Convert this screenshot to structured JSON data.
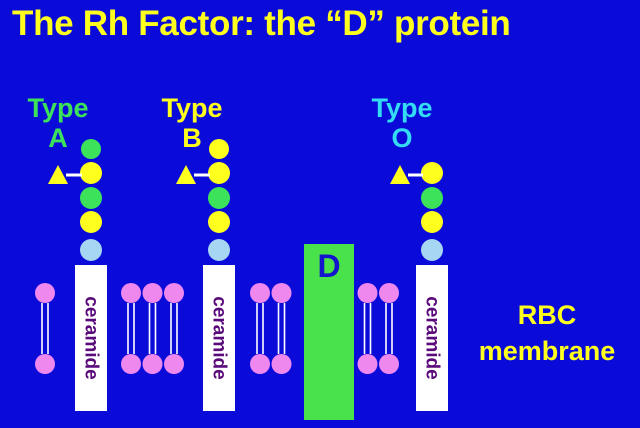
{
  "title": "The Rh Factor: the “D” protein",
  "antigens": [
    {
      "id": "a",
      "type_word": "Type",
      "letter": "A",
      "label_color": "#3ce25a"
    },
    {
      "id": "b",
      "type_word": "Type",
      "letter": "B",
      "label_color": "#ffff1e"
    },
    {
      "id": "o",
      "type_word": "Type",
      "letter": "O",
      "label_color": "#33dcf2"
    }
  ],
  "lipid_anchor_label": "ceramide",
  "protein_label": "D",
  "membrane_label": [
    "RBC",
    "membrane"
  ],
  "colors": {
    "background": "#0b0bd9",
    "title": "#ffff1e",
    "lipid_head": "#ee88ee",
    "lipid_tail": "#ffffff",
    "ceramide_box": "#ffffff",
    "ceramide_text": "#5a0a7a",
    "protein": "#4ae24a",
    "protein_text": "#1414cc",
    "sugar_green": "#3ce25a",
    "sugar_yellow": "#ffff1e",
    "sugar_blue": "#a6d6f2",
    "triangle": "#ffff1e"
  },
  "icons": [
    "triangle-sugar-icon"
  ]
}
